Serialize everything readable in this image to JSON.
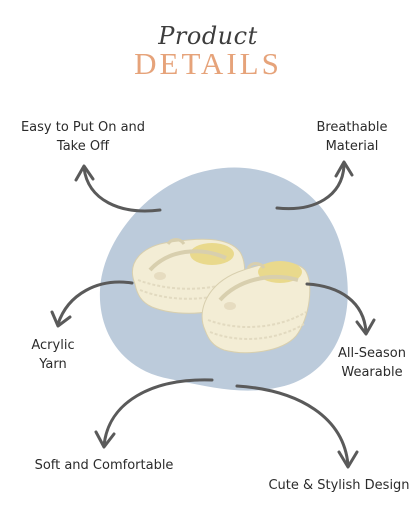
{
  "header": {
    "script_title": "Product",
    "main_title": "DETAILS"
  },
  "features": {
    "easy": [
      "Easy to Put On and",
      "Take Off"
    ],
    "breathable": [
      "Breathable",
      "Material"
    ],
    "acrylic": [
      "Acrylic",
      "Yarn"
    ],
    "season": [
      "All-Season",
      "Wearable"
    ],
    "soft": "Soft and Comfortable",
    "cute": "Cute & Stylish Design"
  },
  "colors": {
    "blob": "#bccbdb",
    "arrow": "#5a5a5a",
    "accent": "#e6a37a",
    "bootie": "#f3edd5"
  },
  "image": {
    "subject": "cream crochet baby booties"
  }
}
